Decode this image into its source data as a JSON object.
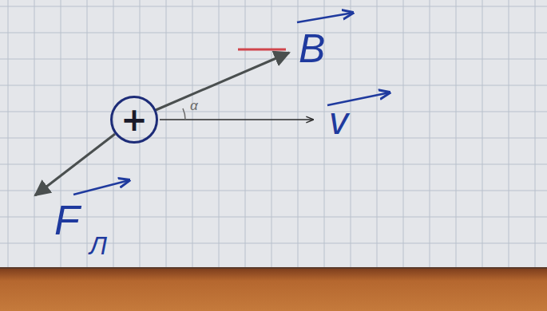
{
  "diagram": {
    "nodes": [
      {
        "text": [
          "+"
        ]
      }
    ],
    "labels": [
      "B",
      "α",
      "v",
      "F",
      "Л"
    ]
  }
}
